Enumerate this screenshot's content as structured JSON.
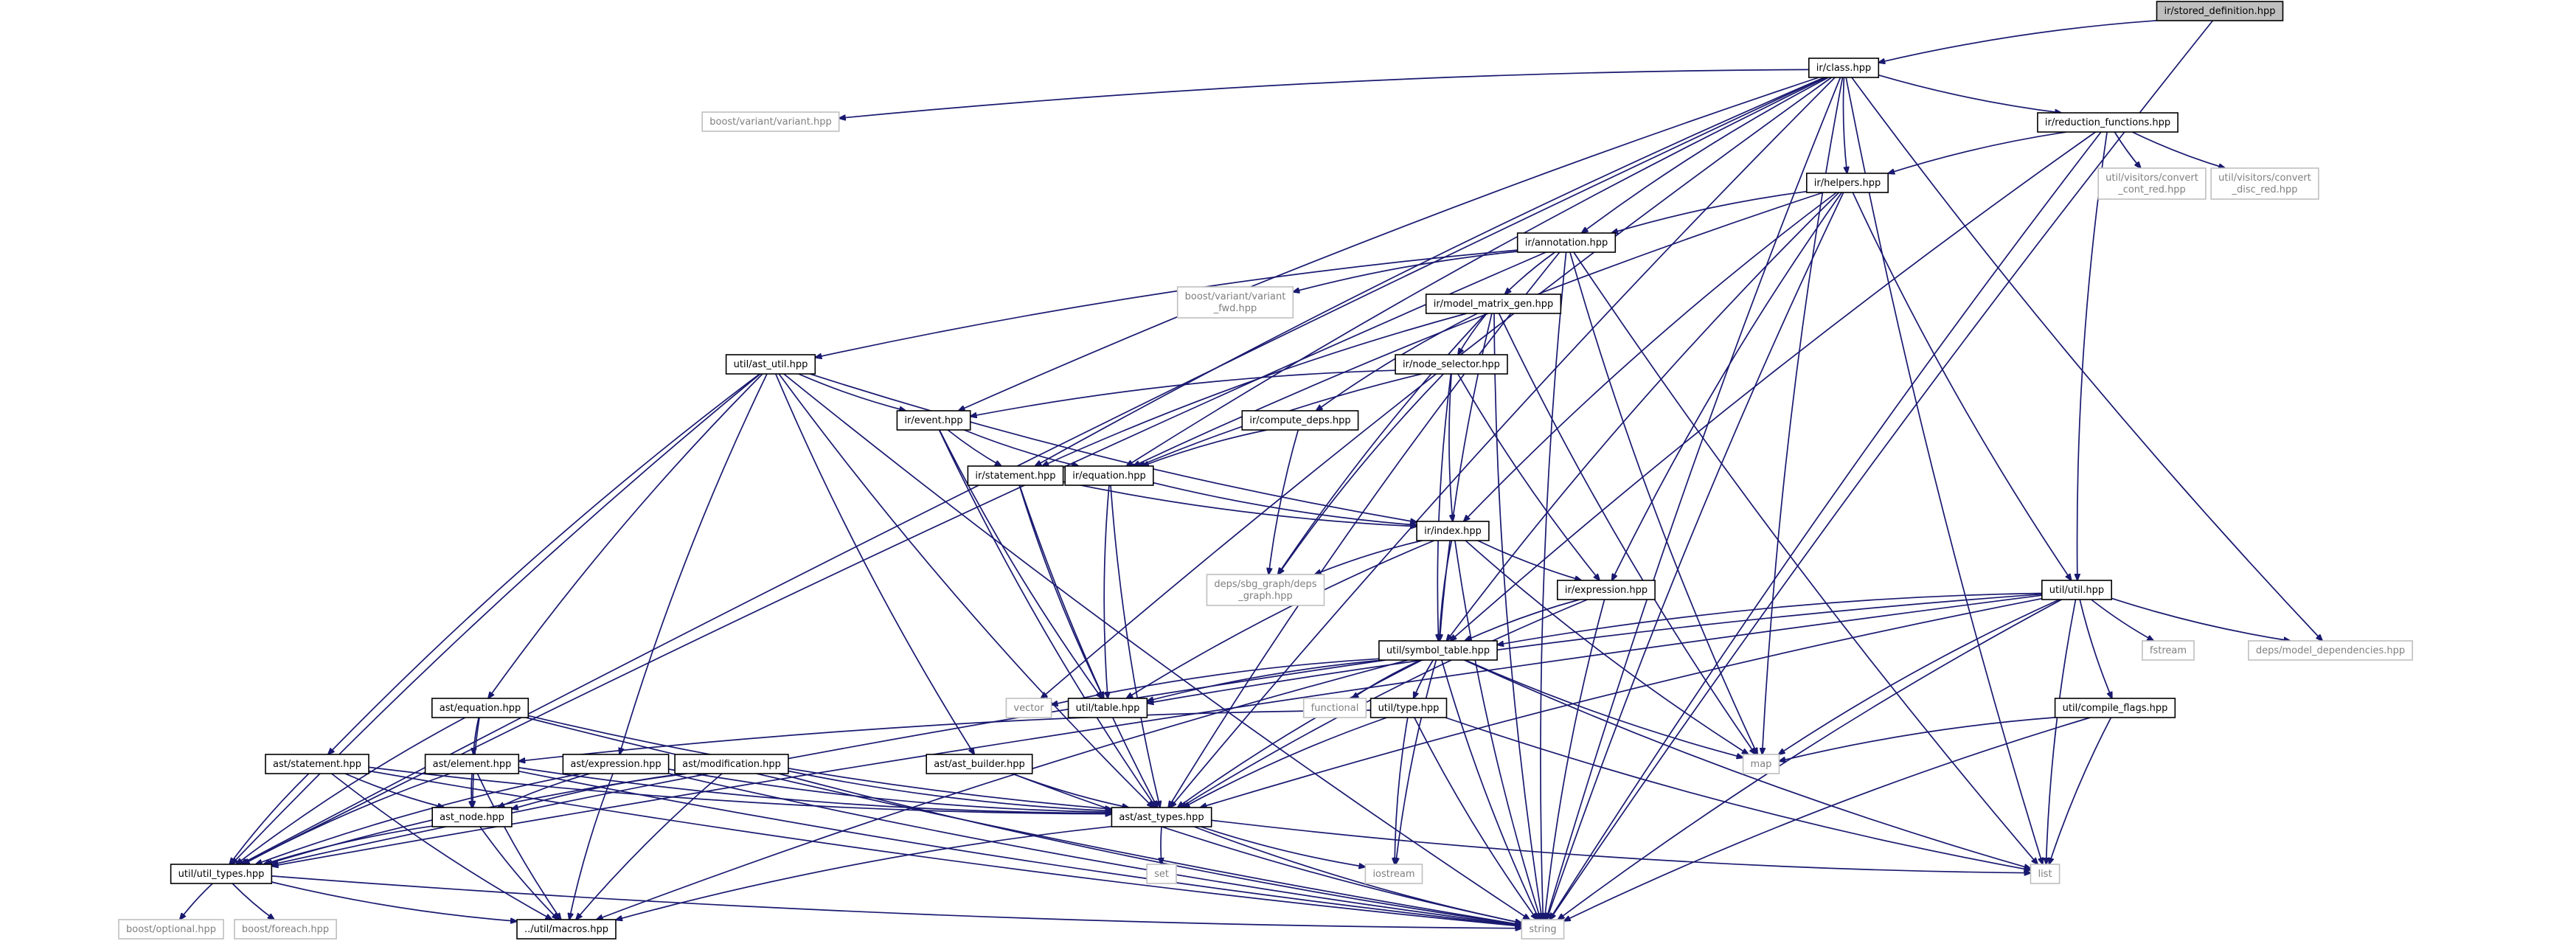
{
  "colors": {
    "edge": "#191970",
    "node_border": "#000000",
    "system_border": "#bfbfbf",
    "system_text": "#7f7f7f",
    "root_fill": "#bfbfbf",
    "node_fill": "#ffffff",
    "text": "#000000"
  },
  "nodes": [
    {
      "id": "stored_def",
      "label": "ir/stored_definition.hpp",
      "kind": "root"
    },
    {
      "id": "class",
      "label": "ir/class.hpp",
      "kind": "local"
    },
    {
      "id": "boost_variant",
      "label": "boost/variant/variant.hpp",
      "kind": "system"
    },
    {
      "id": "reduction",
      "label": "ir/reduction_functions.hpp",
      "kind": "local"
    },
    {
      "id": "conv_cont",
      "label": [
        "util/visitors/convert",
        "_cont_red.hpp"
      ],
      "kind": "system"
    },
    {
      "id": "conv_disc",
      "label": [
        "util/visitors/convert",
        "_disc_red.hpp"
      ],
      "kind": "system"
    },
    {
      "id": "helpers",
      "label": "ir/helpers.hpp",
      "kind": "local"
    },
    {
      "id": "annotation",
      "label": "ir/annotation.hpp",
      "kind": "local"
    },
    {
      "id": "variant_fwd",
      "label": [
        "boost/variant/variant",
        "_fwd.hpp"
      ],
      "kind": "system"
    },
    {
      "id": "model_matrix",
      "label": "ir/model_matrix_gen.hpp",
      "kind": "local"
    },
    {
      "id": "ast_util",
      "label": "util/ast_util.hpp",
      "kind": "local"
    },
    {
      "id": "node_selector",
      "label": "ir/node_selector.hpp",
      "kind": "local"
    },
    {
      "id": "event",
      "label": "ir/event.hpp",
      "kind": "local"
    },
    {
      "id": "compute_deps",
      "label": "ir/compute_deps.hpp",
      "kind": "local"
    },
    {
      "id": "statement",
      "label": "ir/statement.hpp",
      "kind": "local"
    },
    {
      "id": "equation",
      "label": "ir/equation.hpp",
      "kind": "local"
    },
    {
      "id": "index",
      "label": "ir/index.hpp",
      "kind": "local"
    },
    {
      "id": "sbg",
      "label": [
        "deps/sbg_graph/deps",
        "_graph.hpp"
      ],
      "kind": "system"
    },
    {
      "id": "expression",
      "label": "ir/expression.hpp",
      "kind": "local"
    },
    {
      "id": "util_util",
      "label": "util/util.hpp",
      "kind": "local"
    },
    {
      "id": "fstream",
      "label": "fstream",
      "kind": "system"
    },
    {
      "id": "model_deps",
      "label": "deps/model_dependencies.hpp",
      "kind": "system"
    },
    {
      "id": "symbol_table",
      "label": "util/symbol_table.hpp",
      "kind": "local"
    },
    {
      "id": "ast_equation",
      "label": "ast/equation.hpp",
      "kind": "local"
    },
    {
      "id": "vector",
      "label": "vector",
      "kind": "system"
    },
    {
      "id": "util_table",
      "label": "util/table.hpp",
      "kind": "local"
    },
    {
      "id": "functional",
      "label": "functional",
      "kind": "system"
    },
    {
      "id": "util_type",
      "label": "util/type.hpp",
      "kind": "local"
    },
    {
      "id": "compile_flags",
      "label": "util/compile_flags.hpp",
      "kind": "local"
    },
    {
      "id": "ast_statement",
      "label": "ast/statement.hpp",
      "kind": "local"
    },
    {
      "id": "ast_element",
      "label": "ast/element.hpp",
      "kind": "local"
    },
    {
      "id": "ast_expression",
      "label": "ast/expression.hpp",
      "kind": "local"
    },
    {
      "id": "ast_modification",
      "label": "ast/modification.hpp",
      "kind": "local"
    },
    {
      "id": "ast_builder",
      "label": "ast/ast_builder.hpp",
      "kind": "local"
    },
    {
      "id": "map",
      "label": "map",
      "kind": "system"
    },
    {
      "id": "ast_node",
      "label": "ast_node.hpp",
      "kind": "local"
    },
    {
      "id": "ast_types",
      "label": "ast/ast_types.hpp",
      "kind": "local"
    },
    {
      "id": "util_types",
      "label": "util/util_types.hpp",
      "kind": "local"
    },
    {
      "id": "set",
      "label": "set",
      "kind": "system"
    },
    {
      "id": "iostream",
      "label": "iostream",
      "kind": "system"
    },
    {
      "id": "list",
      "label": "list",
      "kind": "system"
    },
    {
      "id": "boost_optional",
      "label": "boost/optional.hpp",
      "kind": "system"
    },
    {
      "id": "boost_foreach",
      "label": "boost/foreach.hpp",
      "kind": "system"
    },
    {
      "id": "macros",
      "label": "../util/macros.hpp",
      "kind": "local"
    },
    {
      "id": "string",
      "label": "string",
      "kind": "system"
    }
  ],
  "edges": [
    [
      "stored_def",
      "class"
    ],
    [
      "stored_def",
      "string"
    ],
    [
      "class",
      "boost_variant"
    ],
    [
      "class",
      "reduction"
    ],
    [
      "class",
      "helpers"
    ],
    [
      "class",
      "annotation"
    ],
    [
      "class",
      "event"
    ],
    [
      "class",
      "statement"
    ],
    [
      "class",
      "equation"
    ],
    [
      "class",
      "vector"
    ],
    [
      "class",
      "map"
    ],
    [
      "class",
      "ast_types"
    ],
    [
      "class",
      "util_types"
    ],
    [
      "class",
      "model_deps"
    ],
    [
      "class",
      "list"
    ],
    [
      "class",
      "string"
    ],
    [
      "reduction",
      "helpers"
    ],
    [
      "reduction",
      "conv_cont"
    ],
    [
      "reduction",
      "conv_disc"
    ],
    [
      "reduction",
      "util_util"
    ],
    [
      "reduction",
      "symbol_table"
    ],
    [
      "reduction",
      "string"
    ],
    [
      "helpers",
      "annotation"
    ],
    [
      "helpers",
      "equation"
    ],
    [
      "helpers",
      "index"
    ],
    [
      "helpers",
      "expression"
    ],
    [
      "helpers",
      "symbol_table"
    ],
    [
      "helpers",
      "util_util"
    ],
    [
      "helpers",
      "string"
    ],
    [
      "annotation",
      "variant_fwd"
    ],
    [
      "annotation",
      "model_matrix"
    ],
    [
      "annotation",
      "ast_util"
    ],
    [
      "annotation",
      "util_types"
    ],
    [
      "annotation",
      "ast_types"
    ],
    [
      "annotation",
      "map"
    ],
    [
      "annotation",
      "list"
    ],
    [
      "annotation",
      "string"
    ],
    [
      "model_matrix",
      "node_selector"
    ],
    [
      "model_matrix",
      "compute_deps"
    ],
    [
      "model_matrix",
      "statement"
    ],
    [
      "model_matrix",
      "symbol_table"
    ],
    [
      "model_matrix",
      "sbg"
    ],
    [
      "model_matrix",
      "map"
    ],
    [
      "model_matrix",
      "string"
    ],
    [
      "ast_util",
      "event"
    ],
    [
      "ast_util",
      "index"
    ],
    [
      "ast_util",
      "ast_equation"
    ],
    [
      "ast_util",
      "ast_statement"
    ],
    [
      "ast_util",
      "ast_expression"
    ],
    [
      "ast_util",
      "ast_builder"
    ],
    [
      "ast_util",
      "ast_types"
    ],
    [
      "ast_util",
      "util_types"
    ],
    [
      "ast_util",
      "string"
    ],
    [
      "node_selector",
      "event"
    ],
    [
      "node_selector",
      "equation"
    ],
    [
      "node_selector",
      "index"
    ],
    [
      "node_selector",
      "expression"
    ],
    [
      "node_selector",
      "symbol_table"
    ],
    [
      "node_selector",
      "sbg"
    ],
    [
      "event",
      "statement"
    ],
    [
      "event",
      "equation"
    ],
    [
      "event",
      "util_table"
    ],
    [
      "event",
      "ast_types"
    ],
    [
      "compute_deps",
      "equation"
    ],
    [
      "compute_deps",
      "sbg"
    ],
    [
      "statement",
      "index"
    ],
    [
      "statement",
      "util_table"
    ],
    [
      "statement",
      "ast_types"
    ],
    [
      "equation",
      "index"
    ],
    [
      "equation",
      "util_table"
    ],
    [
      "equation",
      "ast_types"
    ],
    [
      "index",
      "expression"
    ],
    [
      "index",
      "symbol_table"
    ],
    [
      "index",
      "sbg"
    ],
    [
      "index",
      "util_table"
    ],
    [
      "index",
      "map"
    ],
    [
      "index",
      "string"
    ],
    [
      "expression",
      "symbol_table"
    ],
    [
      "expression",
      "ast_types"
    ],
    [
      "expression",
      "string"
    ],
    [
      "util_util",
      "symbol_table"
    ],
    [
      "util_util",
      "util_table"
    ],
    [
      "util_util",
      "fstream"
    ],
    [
      "util_util",
      "model_deps"
    ],
    [
      "util_util",
      "compile_flags"
    ],
    [
      "util_util",
      "map"
    ],
    [
      "util_util",
      "ast_types"
    ],
    [
      "util_util",
      "list"
    ],
    [
      "util_util",
      "string"
    ],
    [
      "util_util",
      "util_types"
    ],
    [
      "symbol_table",
      "util_table"
    ],
    [
      "symbol_table",
      "vector"
    ],
    [
      "symbol_table",
      "functional"
    ],
    [
      "symbol_table",
      "util_type"
    ],
    [
      "symbol_table",
      "map"
    ],
    [
      "symbol_table",
      "ast_types"
    ],
    [
      "symbol_table",
      "iostream"
    ],
    [
      "symbol_table",
      "list"
    ],
    [
      "symbol_table",
      "string"
    ],
    [
      "symbol_table",
      "util_types"
    ],
    [
      "symbol_table",
      "macros"
    ],
    [
      "util_type",
      "ast_types"
    ],
    [
      "util_type",
      "list"
    ],
    [
      "util_type",
      "iostream"
    ],
    [
      "util_type",
      "string"
    ],
    [
      "util_type",
      "ast_element"
    ],
    [
      "compile_flags",
      "map"
    ],
    [
      "compile_flags",
      "list"
    ],
    [
      "compile_flags",
      "string"
    ],
    [
      "ast_equation",
      "ast_element"
    ],
    [
      "ast_equation",
      "ast_node"
    ],
    [
      "ast_equation",
      "ast_types"
    ],
    [
      "ast_equation",
      "util_types"
    ],
    [
      "ast_equation",
      "string"
    ],
    [
      "ast_statement",
      "ast_node"
    ],
    [
      "ast_statement",
      "ast_types"
    ],
    [
      "ast_statement",
      "util_types"
    ],
    [
      "ast_statement",
      "macros"
    ],
    [
      "ast_statement",
      "string"
    ],
    [
      "ast_element",
      "ast_node"
    ],
    [
      "ast_element",
      "ast_types"
    ],
    [
      "ast_element",
      "util_types"
    ],
    [
      "ast_element",
      "macros"
    ],
    [
      "ast_element",
      "string"
    ],
    [
      "ast_expression",
      "ast_node"
    ],
    [
      "ast_expression",
      "ast_types"
    ],
    [
      "ast_expression",
      "util_types"
    ],
    [
      "ast_expression",
      "macros"
    ],
    [
      "ast_expression",
      "string"
    ],
    [
      "ast_modification",
      "ast_node"
    ],
    [
      "ast_modification",
      "ast_types"
    ],
    [
      "ast_modification",
      "util_types"
    ],
    [
      "ast_modification",
      "macros"
    ],
    [
      "ast_modification",
      "string"
    ],
    [
      "ast_builder",
      "ast_types"
    ],
    [
      "ast_builder",
      "string"
    ],
    [
      "ast_node",
      "util_types"
    ],
    [
      "ast_node",
      "macros"
    ],
    [
      "ast_types",
      "set"
    ],
    [
      "ast_types",
      "iostream"
    ],
    [
      "ast_types",
      "list"
    ],
    [
      "ast_types",
      "string"
    ],
    [
      "ast_types",
      "macros"
    ],
    [
      "util_types",
      "boost_optional"
    ],
    [
      "util_types",
      "boost_foreach"
    ],
    [
      "util_types",
      "macros"
    ],
    [
      "util_types",
      "string"
    ]
  ]
}
